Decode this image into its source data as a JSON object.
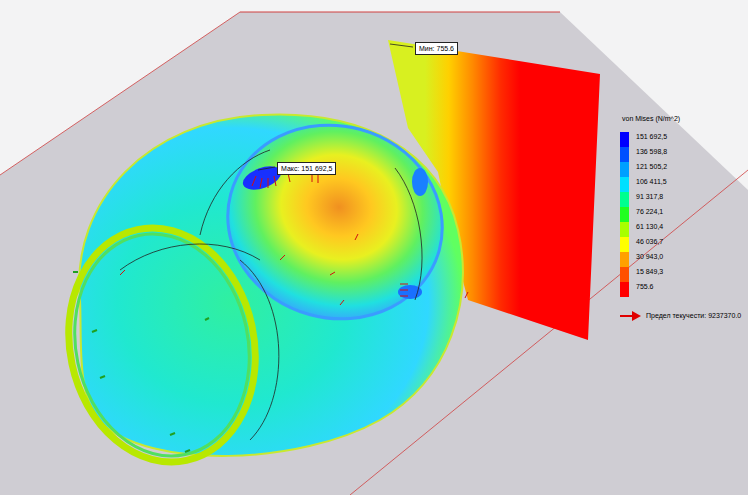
{
  "diagram": {
    "nodes": [
      {
        "text": [
          "Мин: 755.6"
        ]
      },
      {
        "text": [
          "Макс: 151 692,5"
        ]
      }
    ],
    "labels": [
      "von Mises (N/m^2)"
    ],
    "legend": [
      {
        "text": "151 692,5",
        "color": "#0000ff"
      },
      {
        "text": "136 598,8",
        "color": "#0050ff"
      },
      {
        "text": "121 505,2",
        "color": "#00a0ff"
      },
      {
        "text": "106 411,5",
        "color": "#00e0ff"
      },
      {
        "text": "91 317,8",
        "color": "#00ff90"
      },
      {
        "text": "76 224,1",
        "color": "#20ff20"
      },
      {
        "text": "61 130,4",
        "color": "#a8ff00"
      },
      {
        "text": "46 036,7",
        "color": "#ffff00"
      },
      {
        "text": "30 943,0",
        "color": "#ffa000"
      },
      {
        "text": "15 849,3",
        "color": "#ff5000"
      },
      {
        "text": "755.6",
        "color": "#ff0000"
      },
      {
        "text": "Предел текучести: 9237370.0"
      }
    ]
  }
}
